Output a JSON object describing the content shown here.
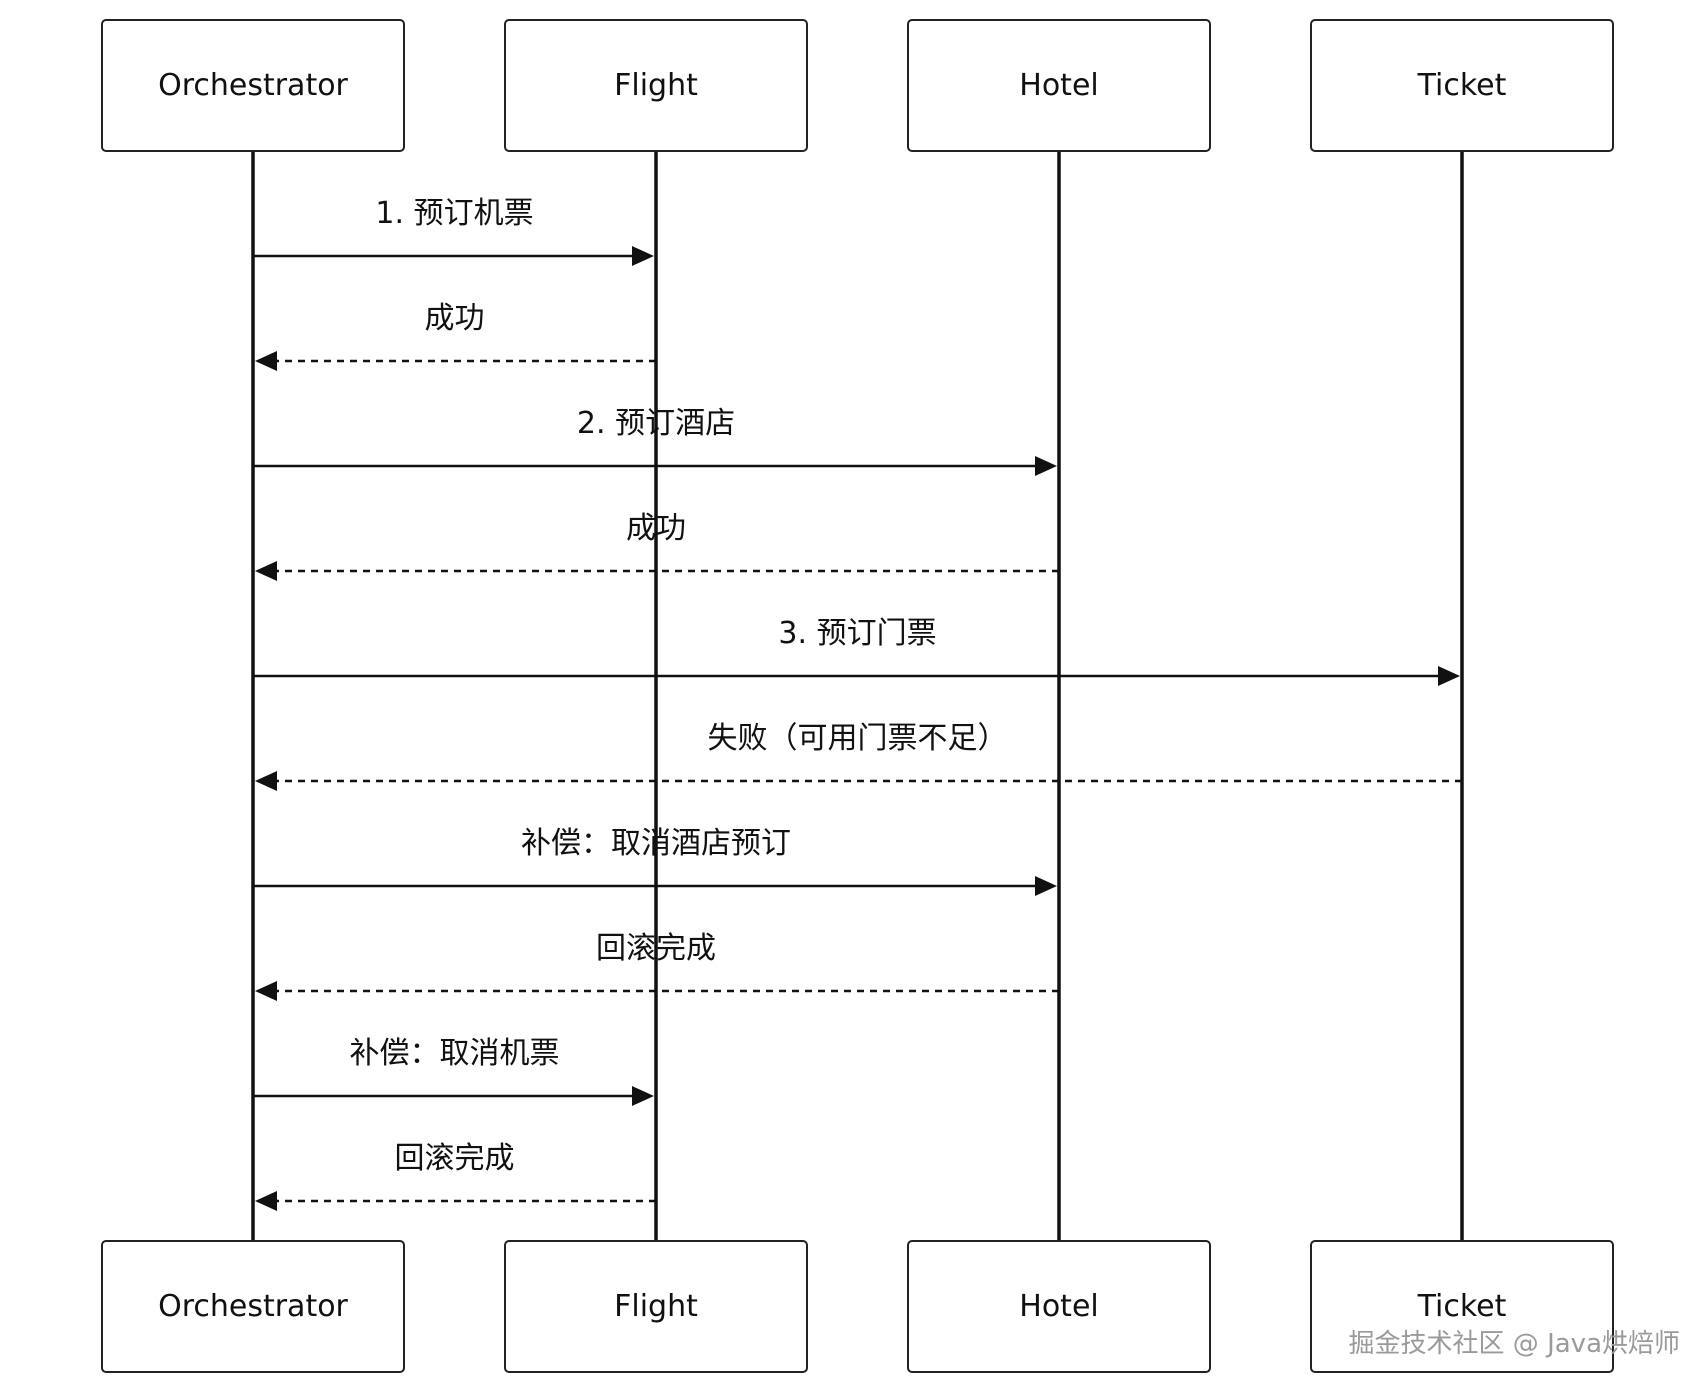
{
  "diagram": {
    "participants": [
      {
        "id": "orchestrator",
        "label": "Orchestrator"
      },
      {
        "id": "flight",
        "label": "Flight"
      },
      {
        "id": "hotel",
        "label": "Hotel"
      },
      {
        "id": "ticket",
        "label": "Ticket"
      }
    ],
    "messages": [
      {
        "from": "orchestrator",
        "to": "flight",
        "label": "1. 预订机票",
        "style": "solid"
      },
      {
        "from": "flight",
        "to": "orchestrator",
        "label": "成功",
        "style": "dashed"
      },
      {
        "from": "orchestrator",
        "to": "hotel",
        "label": "2. 预订酒店",
        "style": "solid"
      },
      {
        "from": "hotel",
        "to": "orchestrator",
        "label": "成功",
        "style": "dashed"
      },
      {
        "from": "orchestrator",
        "to": "ticket",
        "label": "3. 预订门票",
        "style": "solid"
      },
      {
        "from": "ticket",
        "to": "orchestrator",
        "label": "失败（可用门票不足）",
        "style": "dashed"
      },
      {
        "from": "orchestrator",
        "to": "hotel",
        "label": "补偿：取消酒店预订",
        "style": "solid"
      },
      {
        "from": "hotel",
        "to": "orchestrator",
        "label": "回滚完成",
        "style": "dashed"
      },
      {
        "from": "orchestrator",
        "to": "flight",
        "label": "补偿：取消机票",
        "style": "solid"
      },
      {
        "from": "flight",
        "to": "orchestrator",
        "label": "回滚完成",
        "style": "dashed"
      }
    ],
    "colors": {
      "line": "#111111",
      "box_border": "#222222",
      "watermark": "#9a9a9a"
    }
  },
  "watermark": "掘金技术社区 @ Java烘焙师"
}
